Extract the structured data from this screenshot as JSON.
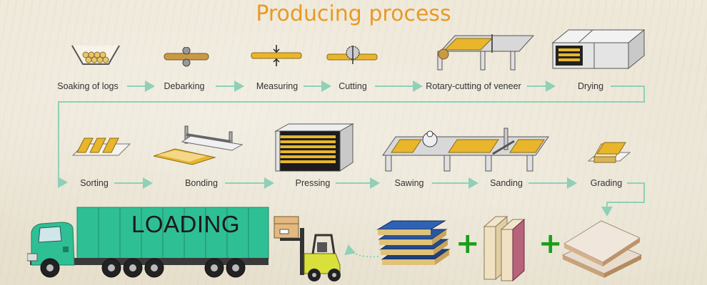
{
  "title": "Producing process",
  "steps_row1": [
    "Soaking of logs",
    "Debarking",
    "Measuring",
    "Cutting",
    "Rotary-cutting of veneer",
    "Drying"
  ],
  "steps_row2": [
    "Sorting",
    "Bonding",
    "Pressing",
    "Sawing",
    "Sanding",
    "Grading"
  ],
  "truck_label": "LOADING",
  "plus_sign": "+",
  "colors": {
    "title": "#e89a25",
    "arrow": "#8fd0b7",
    "truck_body": "#2fbf95",
    "veneer": "#e9b62b",
    "plus": "#1a9e1a"
  }
}
